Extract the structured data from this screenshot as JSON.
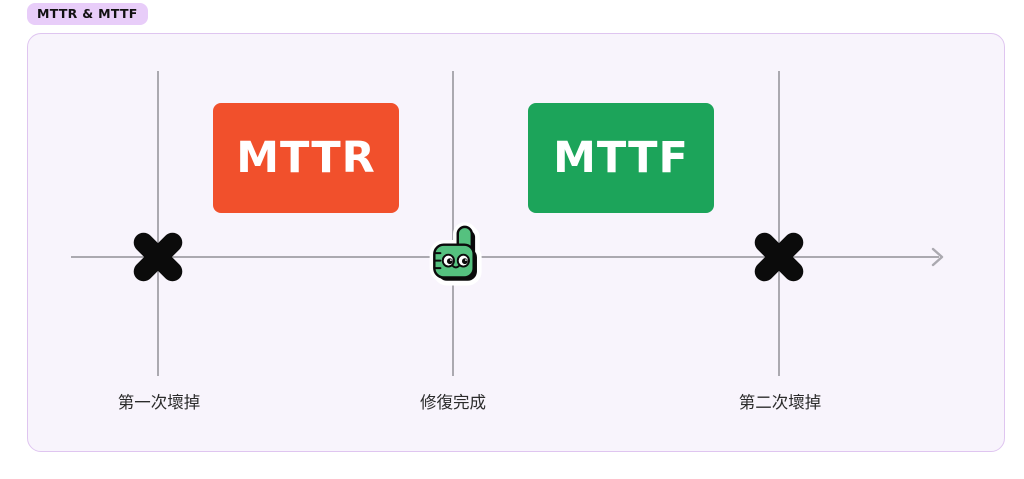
{
  "badge": {
    "label": "MTTR & MTTF"
  },
  "diagram": {
    "mttr_box": {
      "label": "MTTR",
      "color": "#F1502C"
    },
    "mttf_box": {
      "label": "MTTF",
      "color": "#1CA45A"
    },
    "events": [
      {
        "label": "第一次壞掉",
        "marker": "x-mark-icon"
      },
      {
        "label": "修復完成",
        "marker": "thumbs-up-icon"
      },
      {
        "label": "第二次壞掉",
        "marker": "x-mark-icon"
      }
    ],
    "colors": {
      "badge_bg": "#E8CDF9",
      "badge_text": "#111111",
      "panel_bg": "#F8F4FC",
      "panel_border": "#DFC5F0",
      "axis_line": "#ABA9B0",
      "marker_black": "#0B0B0B",
      "thumb_green": "#55C17F",
      "label_text": "#2B2B2B"
    }
  }
}
